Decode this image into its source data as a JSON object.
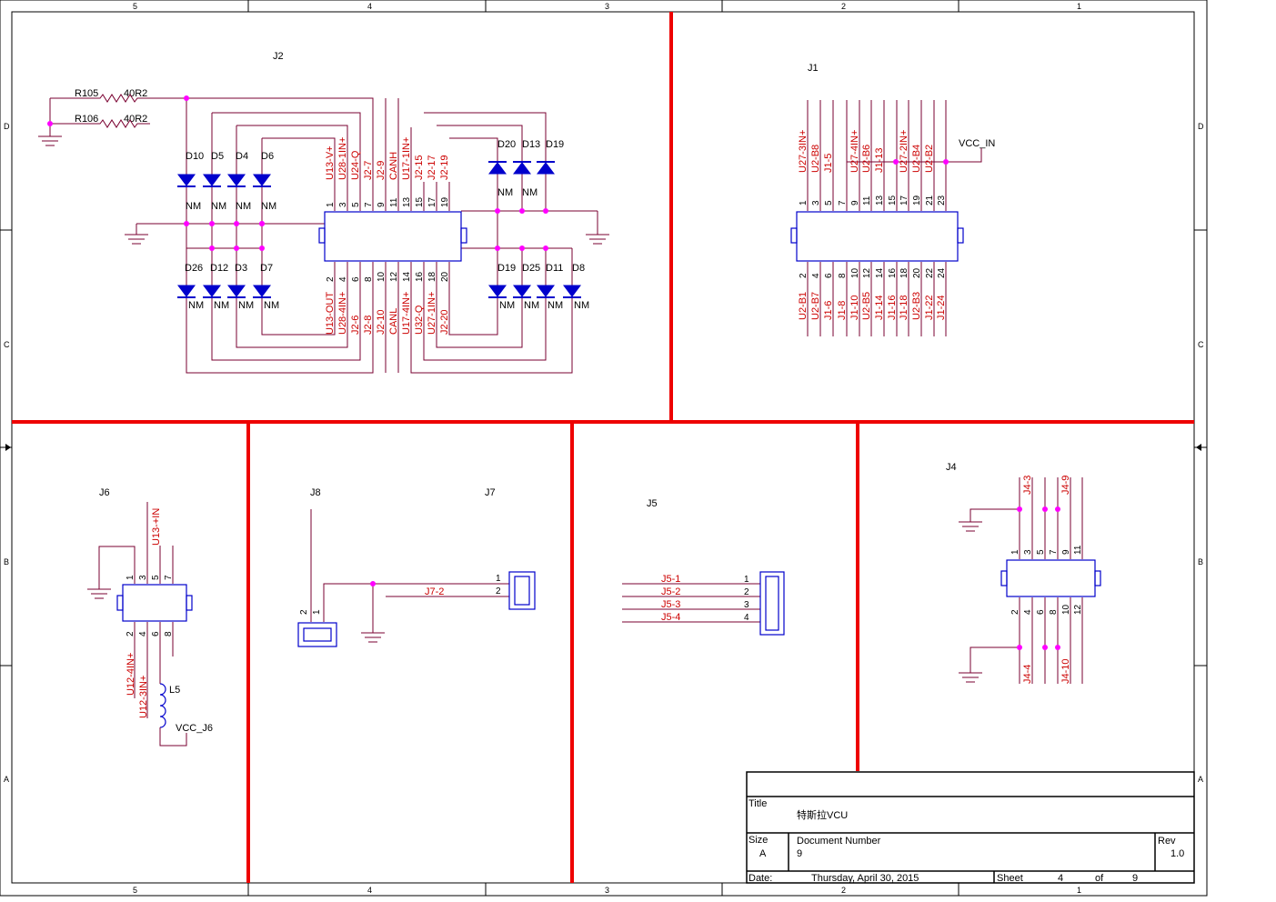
{
  "border": {
    "top_cols": [
      "5",
      "4",
      "3",
      "2",
      "1"
    ],
    "bottom_cols": [
      "5",
      "4",
      "3",
      "2",
      "1"
    ],
    "left_rows": [
      "D",
      "C",
      "B",
      "A"
    ],
    "right_rows": [
      "D",
      "C",
      "B",
      "A"
    ]
  },
  "j2": {
    "ref": "J2",
    "r105": "R105",
    "r105_val": "40R2",
    "r106": "R106",
    "r106_val": "40R2",
    "top_diodes": [
      "D10",
      "D5",
      "D4",
      "D6"
    ],
    "bot_diodes": [
      "D26",
      "D12",
      "D3",
      "D7"
    ],
    "right_top_diodes": [
      "D20",
      "D13",
      "D19"
    ],
    "right_bot_diodes": [
      "D19",
      "D25",
      "D11",
      "D8"
    ],
    "nm": "NM",
    "top_nets": [
      "U13-V+",
      "U28-1IN+",
      "U24-Q",
      "J2-7",
      "J2-9",
      "CANH",
      "U17-1IN+",
      "J2-15",
      "J2-17",
      "J2-19"
    ],
    "top_pins": [
      "1",
      "3",
      "5",
      "7",
      "9",
      "11",
      "13",
      "15",
      "17",
      "19"
    ],
    "bot_pins": [
      "2",
      "4",
      "6",
      "8",
      "10",
      "12",
      "14",
      "16",
      "18",
      "20"
    ],
    "bot_nets": [
      "U13-OUT",
      "U28-4IN+",
      "J2-6",
      "J2-8",
      "J2-10",
      "CANL",
      "U17-4IN+",
      "U32-Q",
      "U27-1IN+",
      "J2-20"
    ]
  },
  "j1": {
    "ref": "J1",
    "vcc": "VCC_IN",
    "top_nets": [
      "U27-3IN+",
      "U2-B8",
      "J1-5",
      "",
      "U27-4IN+",
      "U2-B6",
      "J1-13",
      "",
      "U27-2IN+",
      "U2-B4",
      "U2-B2",
      ""
    ],
    "top_pins": [
      "1",
      "3",
      "5",
      "7",
      "9",
      "11",
      "13",
      "15",
      "17",
      "19",
      "21",
      "23"
    ],
    "bot_pins": [
      "2",
      "4",
      "6",
      "8",
      "10",
      "12",
      "14",
      "16",
      "18",
      "20",
      "22",
      "24"
    ],
    "bot_nets": [
      "U2-B1",
      "U2-B7",
      "J1-6",
      "J1-8",
      "J1-10",
      "U2-B5",
      "J1-14",
      "J1-16",
      "J1-18",
      "U2-B3",
      "J1-22",
      "J1-24"
    ]
  },
  "j6": {
    "ref": "J6",
    "top_net": "U13-+IN",
    "top_pins": [
      "1",
      "3",
      "5",
      "7"
    ],
    "bot_pins": [
      "2",
      "4",
      "6",
      "8"
    ],
    "bot_nets": [
      "U12-4IN+",
      "U12-3IN+"
    ],
    "inductor": "L5",
    "vcc": "VCC_J6"
  },
  "j8": {
    "ref": "J8",
    "pins": [
      "2",
      "1"
    ]
  },
  "j7": {
    "ref": "J7",
    "net": "J7-2",
    "pins": [
      "1",
      "2"
    ]
  },
  "j5": {
    "ref": "J5",
    "nets": [
      "J5-1",
      "J5-2",
      "J5-3",
      "J5-4"
    ],
    "pins": [
      "1",
      "2",
      "3",
      "4"
    ]
  },
  "j4": {
    "ref": "J4",
    "top_nets": [
      "J4-3",
      "J4-9"
    ],
    "top_pins": [
      "1",
      "3",
      "5",
      "7",
      "9",
      "11"
    ],
    "bot_pins": [
      "2",
      "4",
      "6",
      "8",
      "10",
      "12"
    ],
    "bot_nets": [
      "J4-4",
      "J4-10"
    ]
  },
  "title_block": {
    "title_label": "Title",
    "title_value": "特斯拉VCU",
    "size_label": "Size",
    "size_value": "A",
    "docnum_label": "Document Number",
    "docnum_value": "9",
    "rev_label": "Rev",
    "rev_value": "1.0",
    "date_label": "Date:",
    "date_value": "Thursday, April 30, 2015",
    "sheet_label": "Sheet",
    "sheet_value": "4",
    "of_label": "of",
    "of_value": "9"
  },
  "colors": {
    "wire": "#7a0030",
    "net_text": "#cc0000",
    "part": "#0000cc",
    "junction": "#ff00ff",
    "divider": "#ee0000",
    "border": "#000000"
  }
}
